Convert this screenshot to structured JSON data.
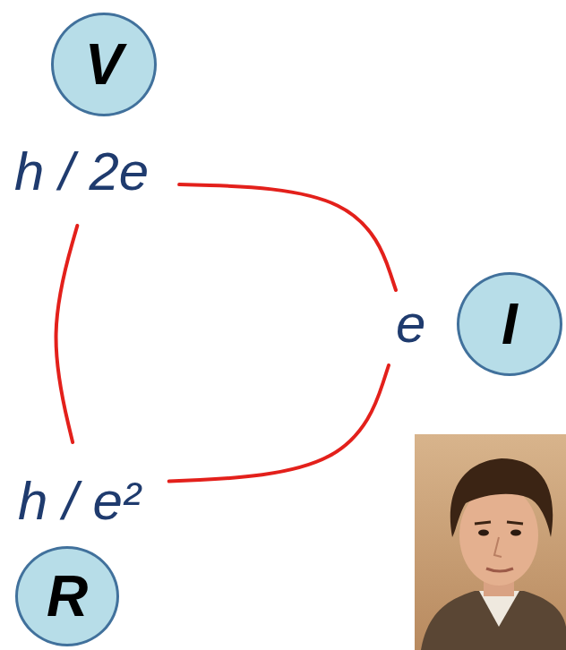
{
  "diagram": {
    "nodes": [
      {
        "text": [
          "V"
        ]
      },
      {
        "text": [
          "h / 2e"
        ]
      },
      {
        "text": [
          "e"
        ]
      },
      {
        "text": [
          "I"
        ]
      },
      {
        "text": [
          "h / e²"
        ]
      },
      {
        "text": [
          "R"
        ]
      }
    ],
    "edges": [
      {
        "from": 1,
        "to": 2,
        "arrow": "none"
      },
      {
        "from": 1,
        "to": 4,
        "arrow": "none"
      },
      {
        "from": 4,
        "to": 2,
        "arrow": "none"
      }
    ]
  }
}
